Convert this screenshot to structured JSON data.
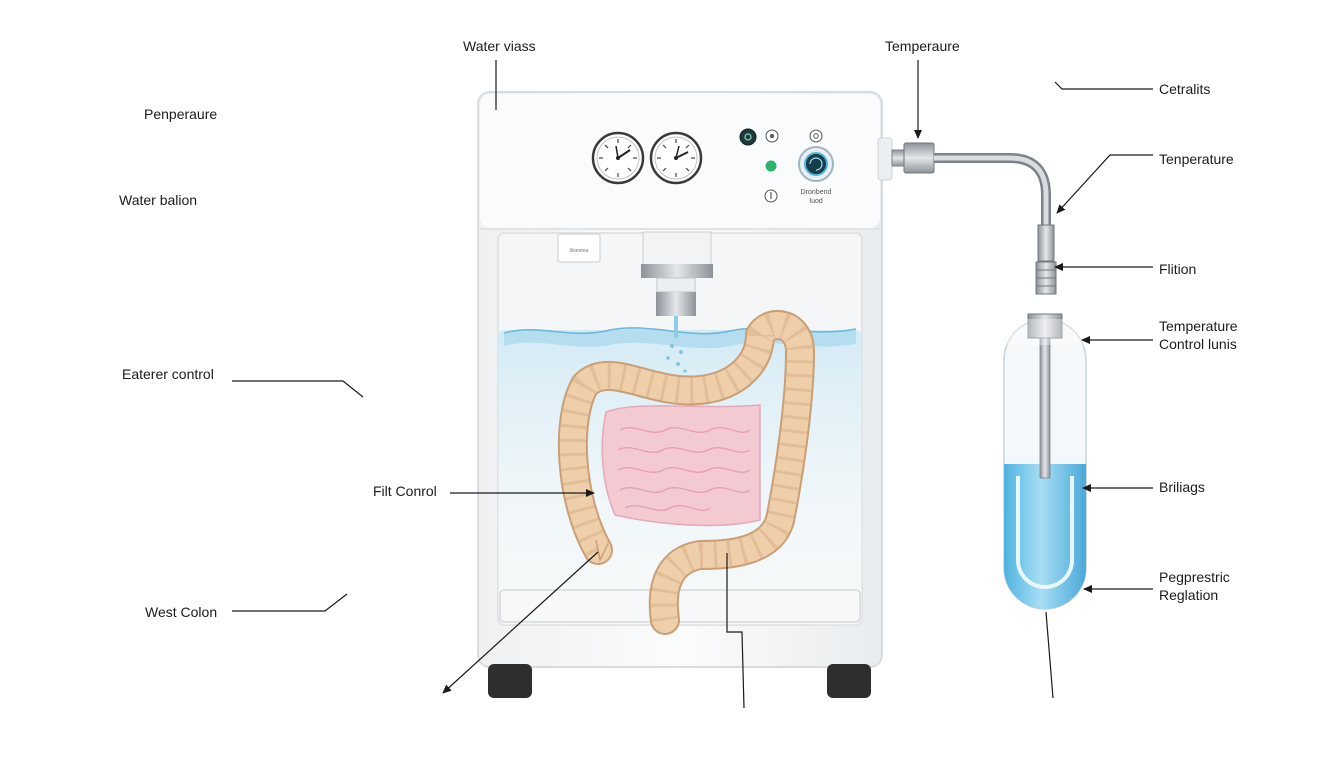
{
  "labels": {
    "water_vlass": "Water viass",
    "temperature_top": "Temperaure",
    "cetralits": "Cetralits",
    "penperaure": "Penperaure",
    "water_balion": "Water balion",
    "tenperature_right": "Tenperature",
    "flition": "Flition",
    "temperature_control_1": "Temperature",
    "temperature_control_2": "Control lunis",
    "eaterer_control": "Eaterer control",
    "filt_conrol": "Filt Conrol",
    "briliags": "Briliags",
    "west_colon": "West Colon",
    "pegprestric_1": "Pegprestric",
    "pegprestric_2": "Reglation"
  },
  "device": {
    "small_tag": "Ilioeorea",
    "knob_caption_1": "Dronbend",
    "knob_caption_2": "Iuod"
  },
  "colors": {
    "line": "#1a1a1a",
    "housing": "#f7f8f9",
    "housing_edge": "#d8dce0",
    "water": "#a9d8ec",
    "tube_fill": "#6cc3e8",
    "colon": "#efcfaa",
    "colon_edge": "#c99f76",
    "small_intestine": "#f3c9d2",
    "metal": "#b9bec4",
    "foot": "#2e2e2e",
    "green_led": "#2fb36b"
  },
  "icons": [
    "gauge-icon",
    "power-button-icon",
    "dial-knob-icon",
    "led-indicator-icon"
  ]
}
